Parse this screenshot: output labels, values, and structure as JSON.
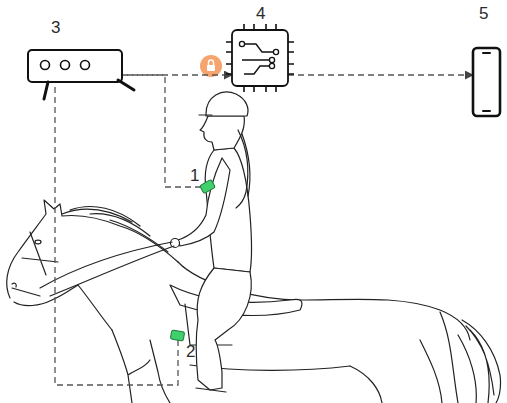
{
  "diagram": {
    "nodes": [
      {
        "text": [
          "3"
        ]
      },
      {
        "text": [
          "4"
        ]
      },
      {
        "text": [
          "5"
        ]
      },
      {
        "text": [
          "1"
        ]
      },
      {
        "text": [
          "2"
        ]
      }
    ],
    "edges": [
      {
        "from": 0,
        "to": 1,
        "arrow": "to"
      },
      {
        "from": 1,
        "to": 2,
        "arrow": "to"
      },
      {
        "from": 3,
        "to": 0,
        "arrow": "none"
      },
      {
        "from": 4,
        "to": 0,
        "arrow": "none"
      }
    ]
  }
}
